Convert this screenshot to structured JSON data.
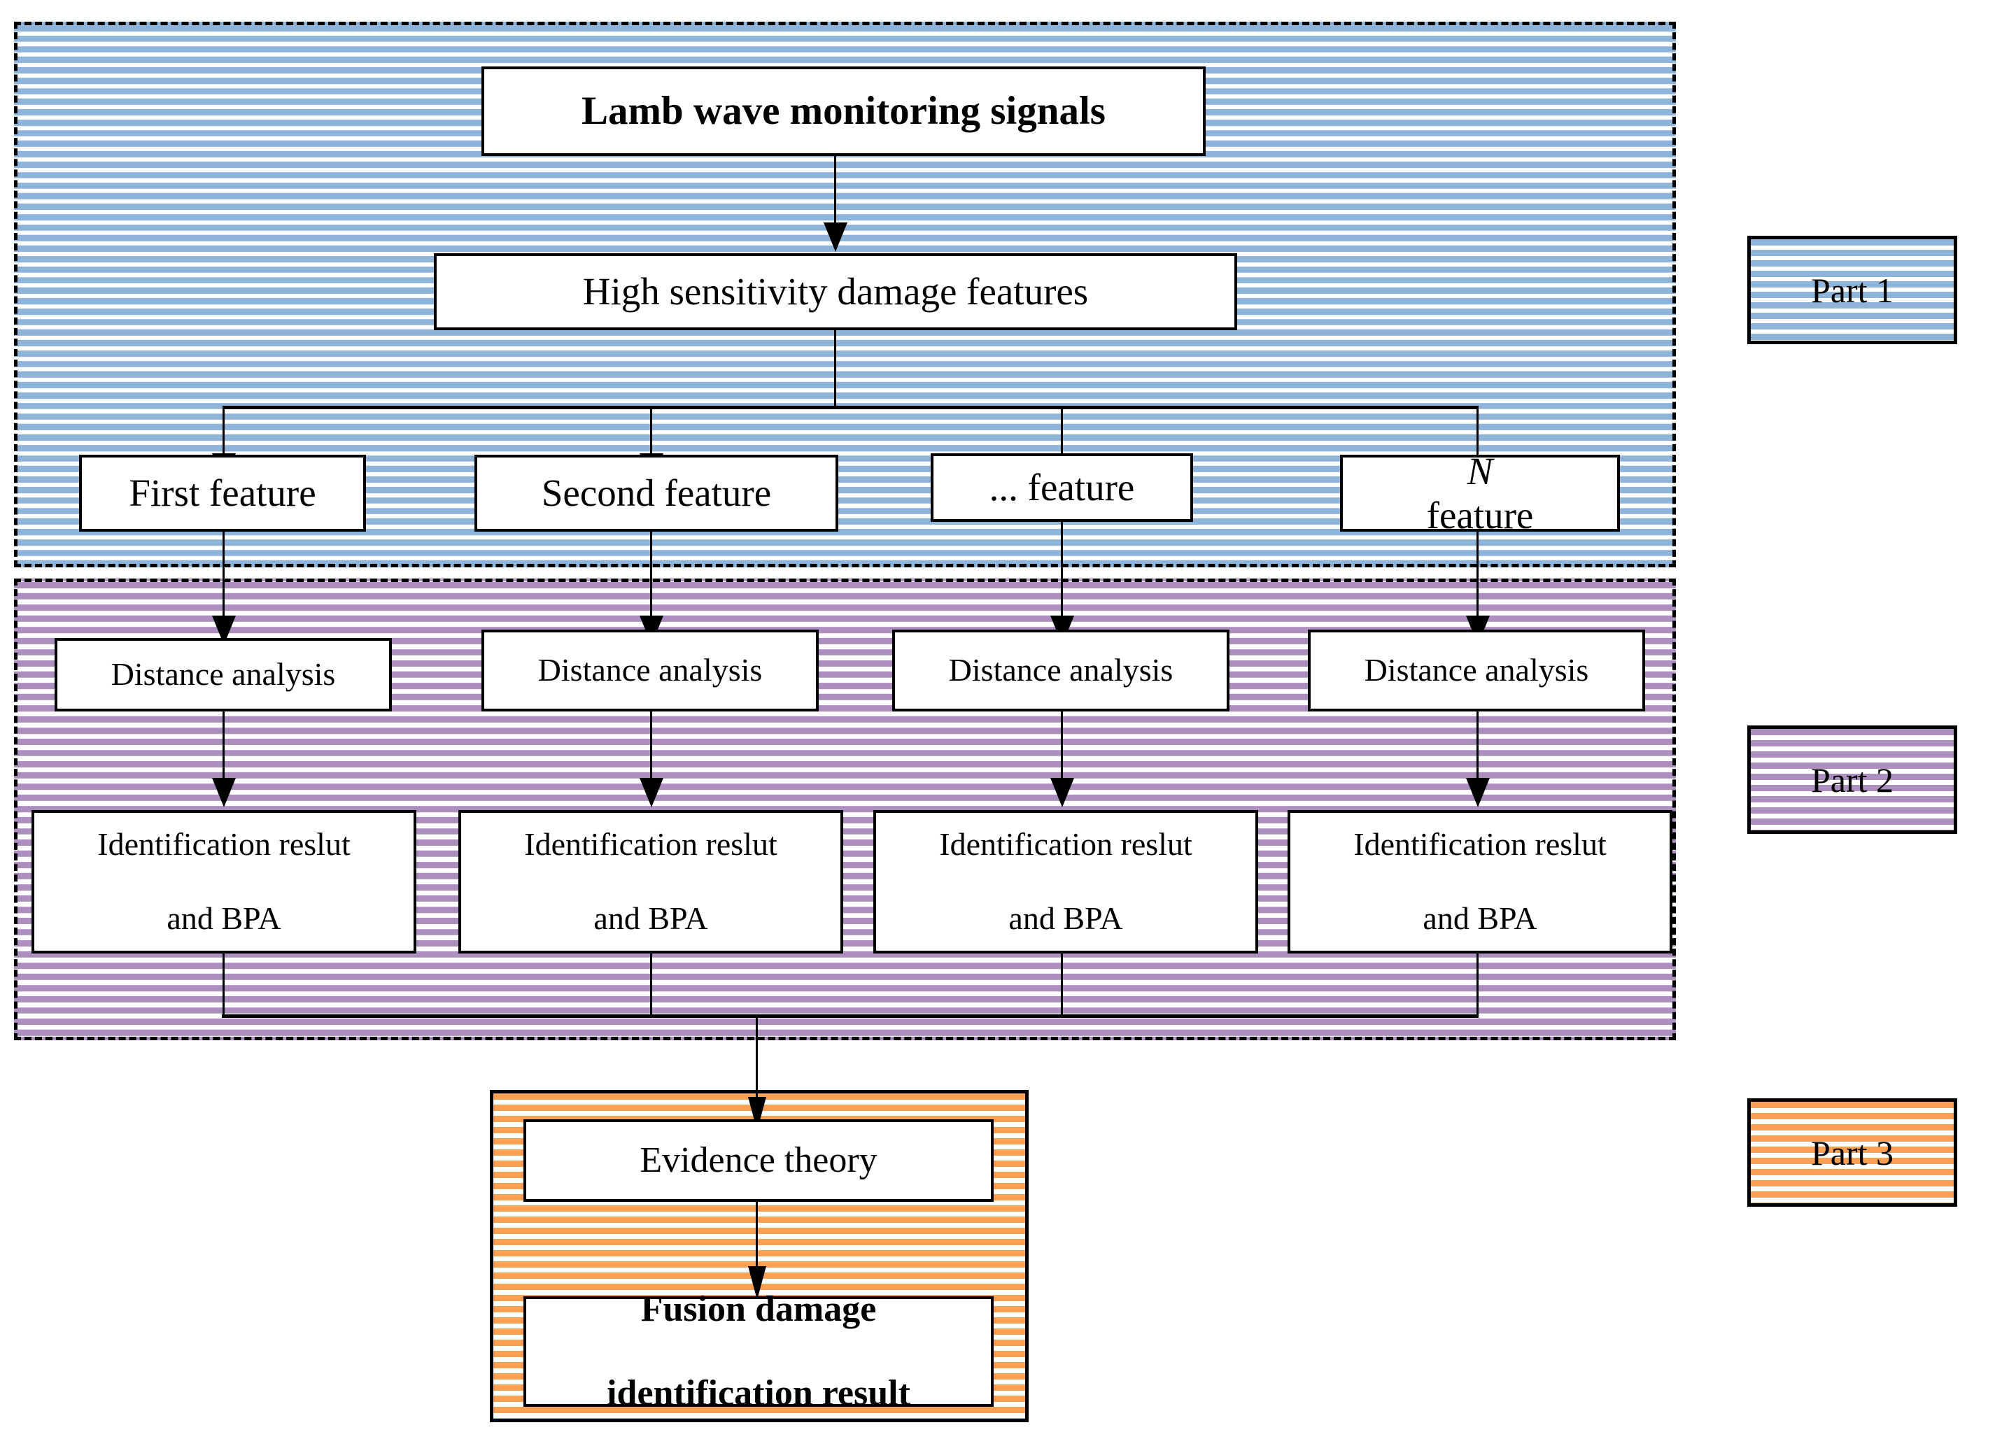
{
  "diagram": {
    "title": "Lamb wave damage identification data fusion flowchart",
    "colors": {
      "part1_stripe": "#8fb4d9",
      "part2_stripe": "#ad8fbf",
      "part3_stripe": "#f9a054",
      "line": "#000000",
      "box_fill": "#ffffff"
    }
  },
  "nodes": {
    "source": "Lamb wave monitoring signals",
    "features_header": "High sensitivity damage features",
    "features": [
      "First feature",
      "Second feature",
      "... feature",
      "N feature"
    ],
    "feature_n_prefix": "N",
    "feature_n_suffix": " feature",
    "distance": [
      "Distance analysis",
      "Distance analysis",
      "Distance analysis",
      "Distance analysis"
    ],
    "identification_line1": "Identification reslut",
    "identification_line2": "and BPA",
    "identification": [
      {
        "line1": "Identification reslut",
        "line2": "and BPA"
      },
      {
        "line1": "Identification reslut",
        "line2": "and BPA"
      },
      {
        "line1": "Identification reslut",
        "line2": "and BPA"
      },
      {
        "line1": "Identification reslut",
        "line2": "and BPA"
      }
    ],
    "evidence_theory": "Evidence theory",
    "fusion_line1": "Fusion damage",
    "fusion_line2": "identification result"
  },
  "legend": {
    "items": [
      {
        "label": "Part 1",
        "pattern": "blue-dashed-stripes"
      },
      {
        "label": "Part 2",
        "pattern": "purple-stripes"
      },
      {
        "label": "Part 3",
        "pattern": "orange-stripes"
      }
    ]
  }
}
